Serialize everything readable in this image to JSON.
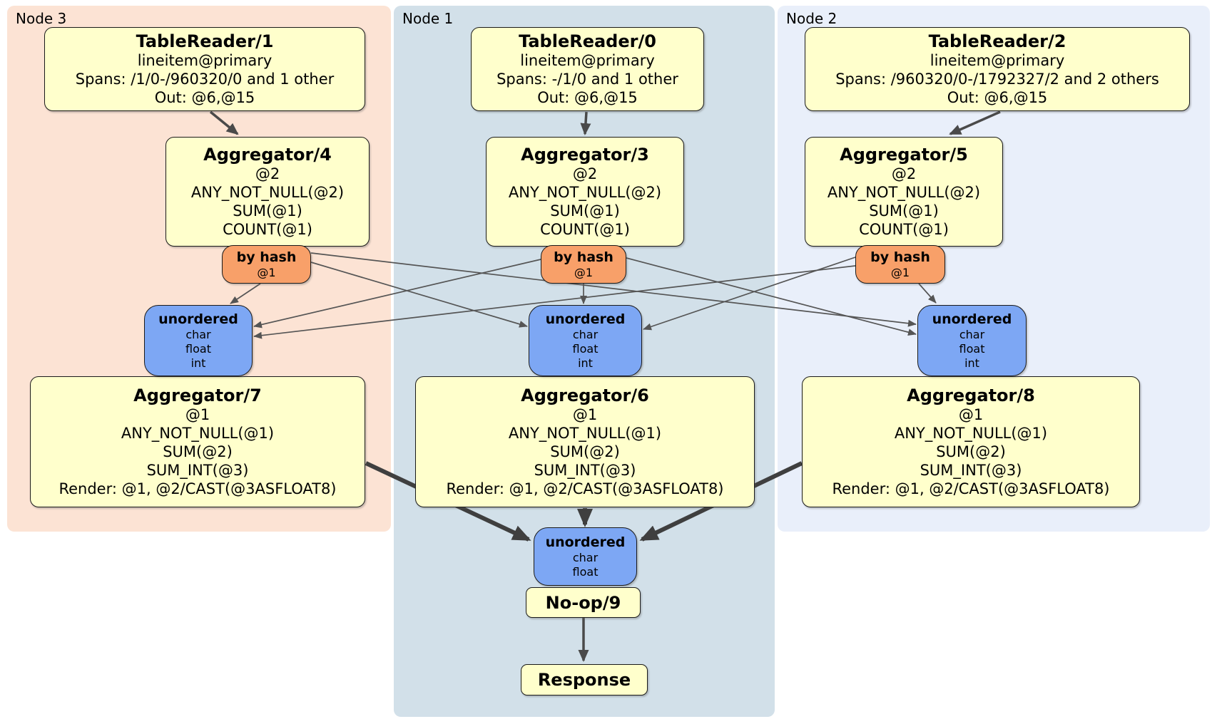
{
  "groups": [
    {
      "label": "Node 3",
      "table_reader": {
        "title": "TableReader/1",
        "lines": [
          "lineitem@primary",
          "Spans: /1/0-/960320/0 and 1 other",
          "Out: @6,@15"
        ]
      },
      "aggregator": {
        "title": "Aggregator/4",
        "lines": [
          "@2",
          "ANY_NOT_NULL(@2)",
          "SUM(@1)",
          "COUNT(@1)"
        ]
      },
      "router": {
        "title": "by hash",
        "detail": "@1"
      },
      "sync": {
        "title": "unordered",
        "lines": [
          "char",
          "float",
          "int"
        ]
      },
      "aggregator2": {
        "title": "Aggregator/7",
        "lines": [
          "@1",
          "ANY_NOT_NULL(@1)",
          "SUM(@2)",
          "SUM_INT(@3)",
          "Render: @1, @2/CAST(@3ASFLOAT8)"
        ]
      }
    },
    {
      "label": "Node 1",
      "table_reader": {
        "title": "TableReader/0",
        "lines": [
          "lineitem@primary",
          "Spans: -/1/0 and 1 other",
          "Out: @6,@15"
        ]
      },
      "aggregator": {
        "title": "Aggregator/3",
        "lines": [
          "@2",
          "ANY_NOT_NULL(@2)",
          "SUM(@1)",
          "COUNT(@1)"
        ]
      },
      "router": {
        "title": "by hash",
        "detail": "@1"
      },
      "sync": {
        "title": "unordered",
        "lines": [
          "char",
          "float",
          "int"
        ]
      },
      "aggregator2": {
        "title": "Aggregator/6",
        "lines": [
          "@1",
          "ANY_NOT_NULL(@1)",
          "SUM(@2)",
          "SUM_INT(@3)",
          "Render: @1, @2/CAST(@3ASFLOAT8)"
        ]
      }
    },
    {
      "label": "Node 2",
      "table_reader": {
        "title": "TableReader/2",
        "lines": [
          "lineitem@primary",
          "Spans: /960320/0-/1792327/2 and 2 others",
          "Out: @6,@15"
        ]
      },
      "aggregator": {
        "title": "Aggregator/5",
        "lines": [
          "@2",
          "ANY_NOT_NULL(@2)",
          "SUM(@1)",
          "COUNT(@1)"
        ]
      },
      "router": {
        "title": "by hash",
        "detail": "@1"
      },
      "sync": {
        "title": "unordered",
        "lines": [
          "char",
          "float",
          "int"
        ]
      },
      "aggregator2": {
        "title": "Aggregator/8",
        "lines": [
          "@1",
          "ANY_NOT_NULL(@1)",
          "SUM(@2)",
          "SUM_INT(@3)",
          "Render: @1, @2/CAST(@3ASFLOAT8)"
        ]
      }
    }
  ],
  "output": {
    "sync": {
      "title": "unordered",
      "lines": [
        "char",
        "float"
      ]
    },
    "noop": {
      "title": "No-op/9"
    },
    "response": {
      "title": "Response"
    }
  },
  "colors": {
    "node3_bg": "#fce3d4",
    "node1_bg": "#d2e0e9",
    "node2_bg": "#e9effa",
    "processor_fill": "#ffffcc",
    "router_fill": "#f8a069",
    "sync_fill": "#7da7f4",
    "edge": "#4a4a4a"
  }
}
